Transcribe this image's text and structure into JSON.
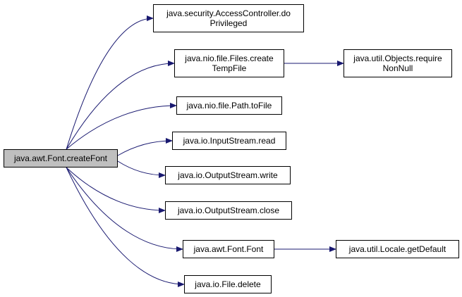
{
  "graph": {
    "root": {
      "id": "root",
      "lines": [
        "java.awt.Font.createFont"
      ]
    },
    "nodes": [
      {
        "id": "access",
        "lines": [
          "java.security.AccessController.do",
          "Privileged"
        ]
      },
      {
        "id": "files",
        "lines": [
          "java.nio.file.Files.create",
          "TempFile"
        ]
      },
      {
        "id": "objects",
        "lines": [
          "java.util.Objects.require",
          "NonNull"
        ]
      },
      {
        "id": "path",
        "lines": [
          "java.nio.file.Path.toFile"
        ]
      },
      {
        "id": "inread",
        "lines": [
          "java.io.InputStream.read"
        ]
      },
      {
        "id": "outwrite",
        "lines": [
          "java.io.OutputStream.write"
        ]
      },
      {
        "id": "outclose",
        "lines": [
          "java.io.OutputStream.close"
        ]
      },
      {
        "id": "font",
        "lines": [
          "java.awt.Font.Font"
        ]
      },
      {
        "id": "locale",
        "lines": [
          "java.util.Locale.getDefault"
        ]
      },
      {
        "id": "delete",
        "lines": [
          "java.io.File.delete"
        ]
      }
    ],
    "edges": [
      {
        "from": "root",
        "to": "access"
      },
      {
        "from": "root",
        "to": "files"
      },
      {
        "from": "root",
        "to": "path"
      },
      {
        "from": "root",
        "to": "inread"
      },
      {
        "from": "root",
        "to": "outwrite"
      },
      {
        "from": "root",
        "to": "outclose"
      },
      {
        "from": "root",
        "to": "font"
      },
      {
        "from": "root",
        "to": "delete"
      },
      {
        "from": "files",
        "to": "objects"
      },
      {
        "from": "font",
        "to": "locale"
      }
    ],
    "colors": {
      "edge": "#191970",
      "root_fill": "#bfbfbf",
      "node_fill": "#ffffff",
      "border": "#000000"
    }
  }
}
